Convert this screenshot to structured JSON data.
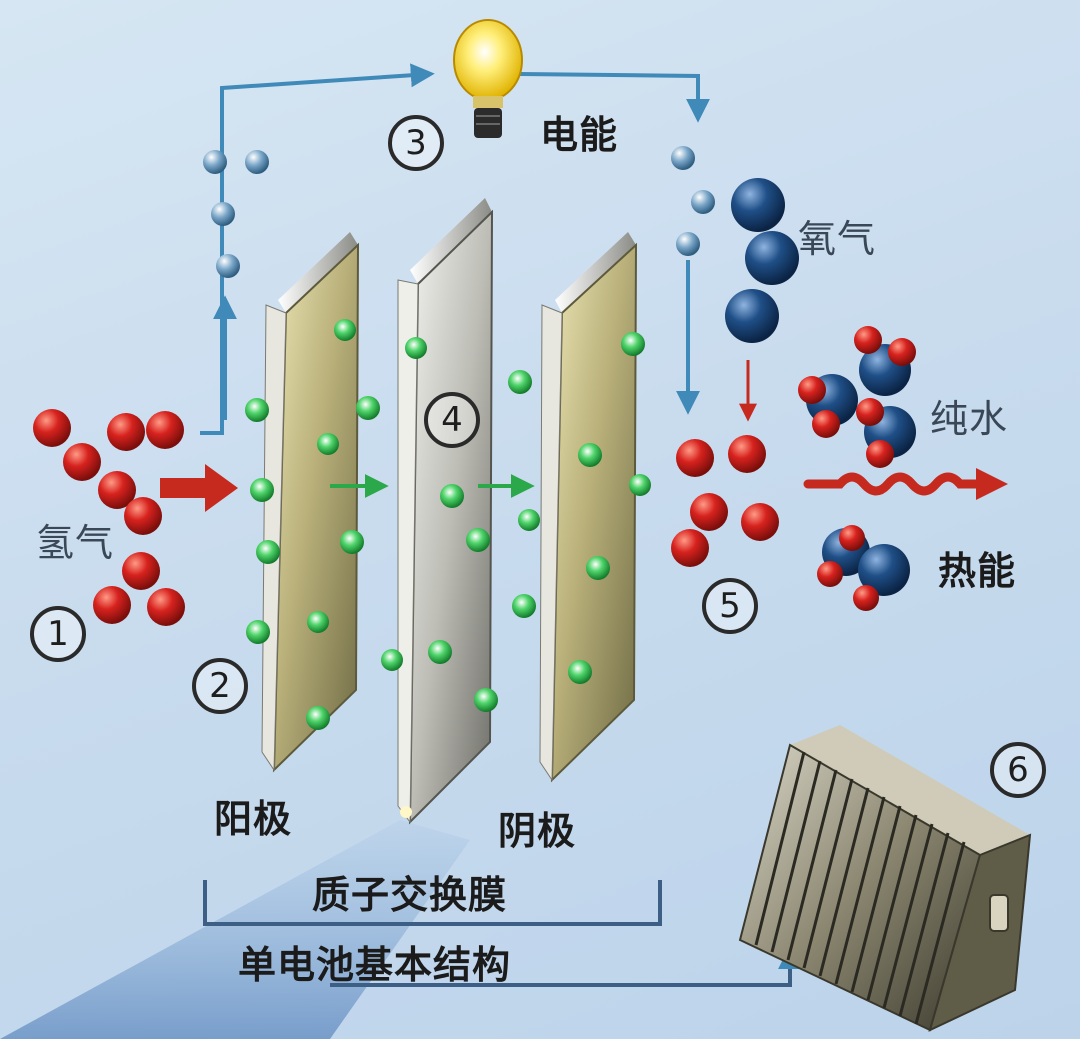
{
  "labels": {
    "hydrogen": "氢气",
    "oxygen": "氧气",
    "electric_energy": "电能",
    "pure_water": "纯水",
    "heat_energy": "热能",
    "anode": "阳极",
    "cathode": "阴极",
    "membrane": "质子交换膜",
    "single_cell_structure": "单电池基本结构"
  },
  "step_numbers": [
    "1",
    "2",
    "3",
    "4",
    "5",
    "6"
  ],
  "colors": {
    "hydrogen_atom": "#d7221e",
    "electron": "#5f8fb6",
    "proton": "#2fbf4f",
    "oxygen_atom": "#1f4f87",
    "flow_arrow": "#3f8ab8",
    "heat_arrow": "#c62a1f",
    "plate": "#b9b07a",
    "background": "#c9dcee"
  },
  "icons": [
    "light-bulb-icon",
    "fuel-cell-stack-icon",
    "flow-arrow-icon",
    "heat-wave-arrow-icon"
  ]
}
